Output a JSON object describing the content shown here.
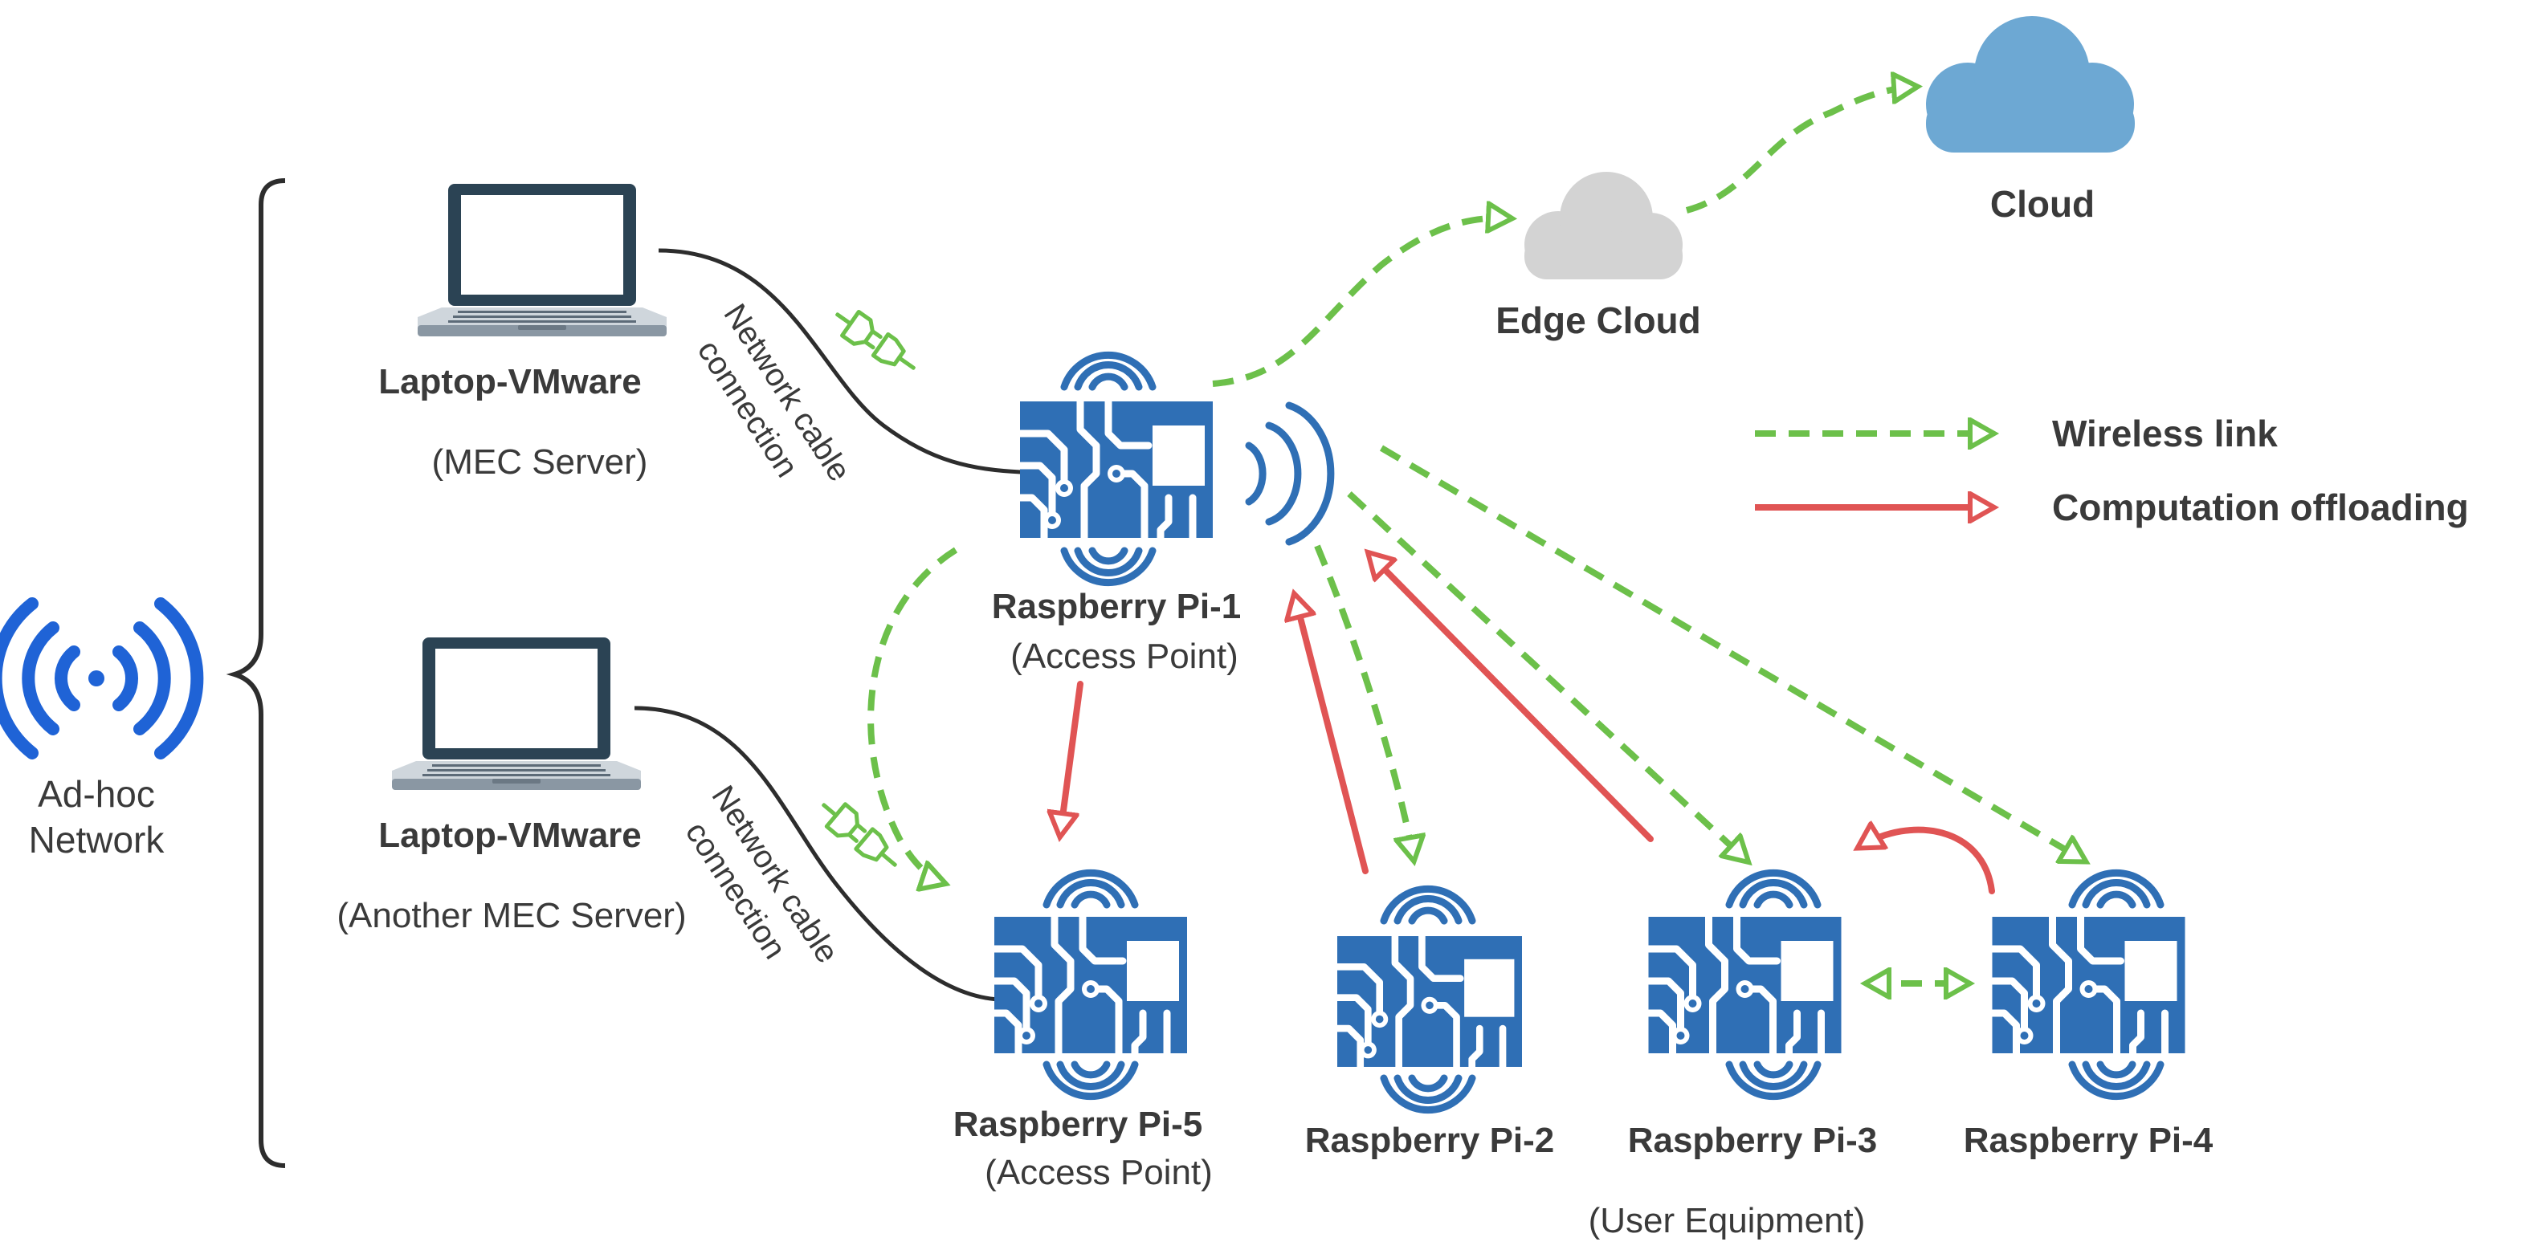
{
  "adhoc": {
    "line1": "Ad-hoc",
    "line2": "Network"
  },
  "laptop1": {
    "name": "Laptop-VMware",
    "role": "(MEC Server)"
  },
  "laptop2": {
    "name": "Laptop-VMware",
    "role": "(Another MEC Server)"
  },
  "cable1": {
    "line1": "Network cable",
    "line2": "connection"
  },
  "cable2": {
    "line1": "Network cable",
    "line2": "connection"
  },
  "pi1": {
    "name": "Raspberry Pi-1",
    "role": "(Access Point)"
  },
  "pi5": {
    "name": "Raspberry Pi-5",
    "role": "(Access Point)"
  },
  "pi2": {
    "name": "Raspberry Pi-2"
  },
  "pi3": {
    "name": "Raspberry Pi-3",
    "role": "(User Equipment)"
  },
  "pi4": {
    "name": "Raspberry Pi-4"
  },
  "edge_cloud": {
    "label": "Edge Cloud"
  },
  "cloud": {
    "label": "Cloud"
  },
  "legend": {
    "wireless": "Wireless link",
    "offloading": "Computation offloading"
  },
  "colors": {
    "wireless_link": "#6cc04a",
    "offloading": "#e05454",
    "board": "#2f6fb5",
    "signal": "#2f6fb5",
    "adhoc_icon": "#1f63d6",
    "edge_cloud": "#d3d3d3",
    "cloud": "#6da8d3"
  },
  "icons": {
    "adhoc": "wifi-broadcast-icon",
    "laptop": "laptop-icon",
    "board": "raspberry-pi-board-icon",
    "plug": "plug-icon",
    "cloud": "cloud-icon"
  }
}
